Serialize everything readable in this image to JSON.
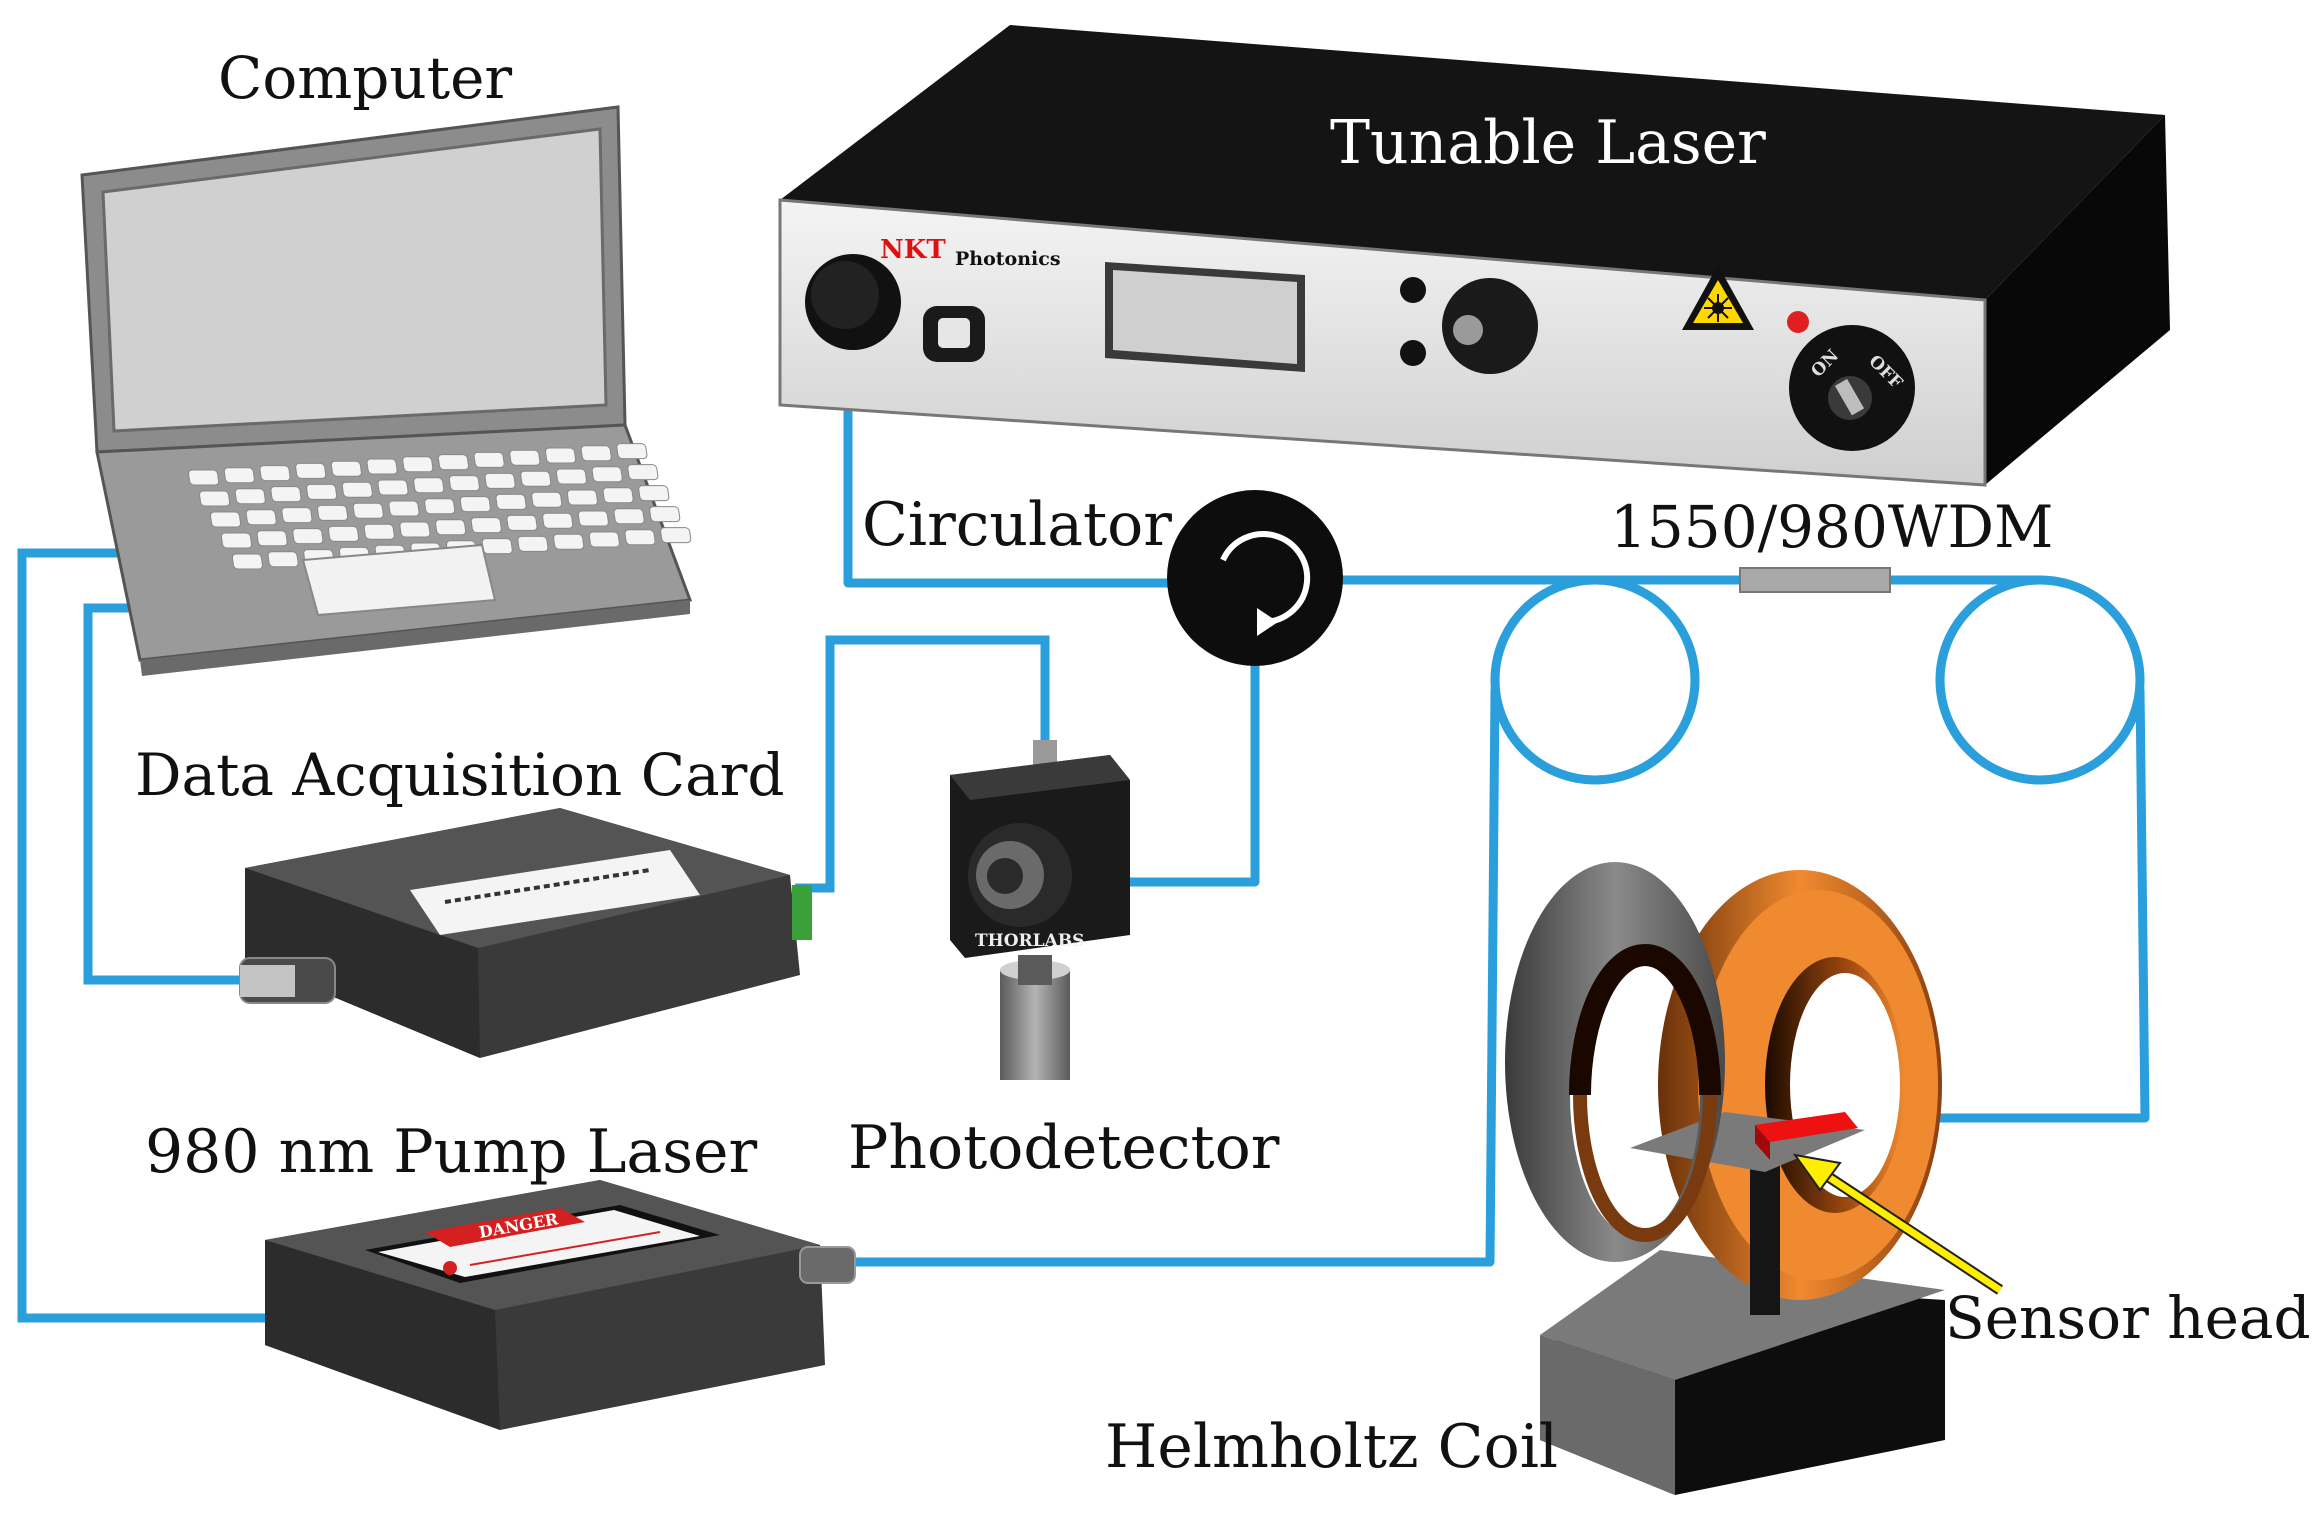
{
  "labels": {
    "computer": "Computer",
    "tunable_laser": "Tunable Laser",
    "circulator": "Circulator",
    "wdm": "1550/980WDM",
    "daq_card": "Data Acquisition Card",
    "photodetector": "Photodetector",
    "pump_laser": "980 nm Pump Laser",
    "sensor_head": "Sensor head",
    "helmholtz_coil": "Helmholtz Coil"
  },
  "device_text": {
    "brand_nkt": "NKT",
    "brand_photonics": "Photonics",
    "switch_on": "ON",
    "switch_off": "OFF",
    "pd_brand": "THORLABS",
    "danger": "DANGER"
  },
  "colors": {
    "fiber": "#2a9fdc",
    "coil_orange": "#f08a30",
    "sensor_red": "#ee1111",
    "arrow_yellow": "#ffee00"
  }
}
